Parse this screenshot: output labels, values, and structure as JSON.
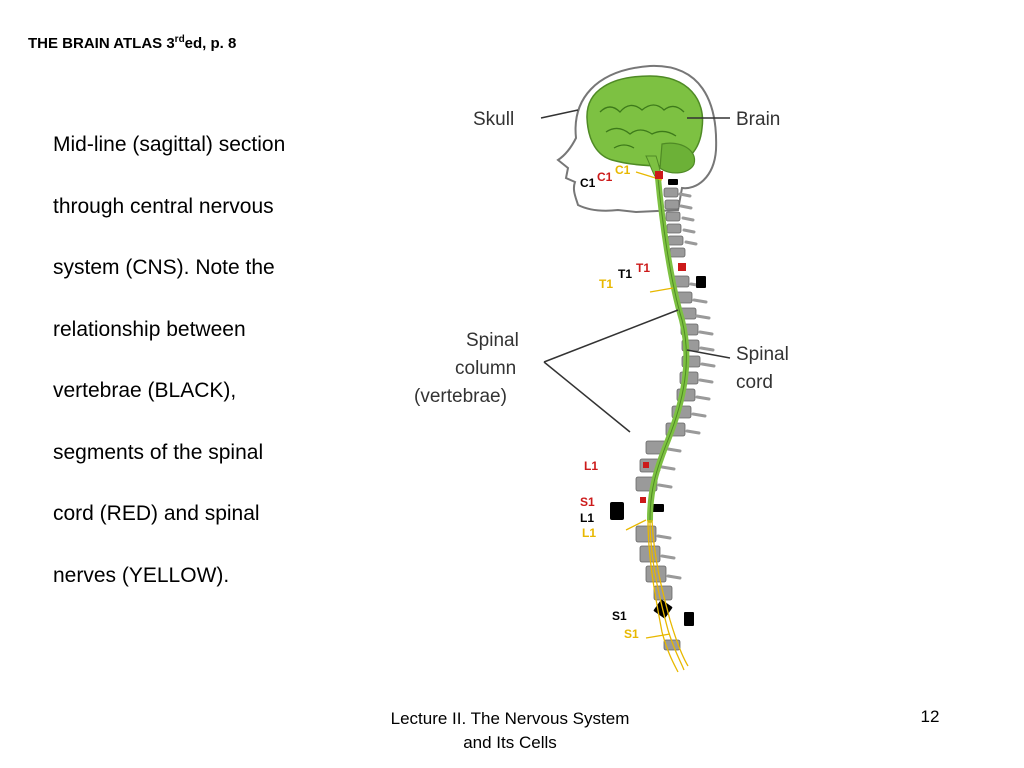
{
  "slide": {
    "title_main": "THE BRAIN ATLAS 3",
    "title_sup": "rd",
    "title_rest": "ed, p. 8",
    "body_lines": [
      "Mid-line (sagittal) section",
      "through central nervous",
      "system (CNS). Note the",
      "relationship between",
      "vertebrae (BLACK),",
      "segments of the spinal",
      "cord (RED) and spinal",
      "nerves (YELLOW)."
    ],
    "footer_line1": "Lecture II. The Nervous System",
    "footer_line2": "and Its Cells",
    "page_number": "12"
  },
  "figure": {
    "labels": {
      "skull": "Skull",
      "brain": "Brain",
      "spinal_column_1": "Spinal",
      "spinal_column_2": "column",
      "spinal_column_3": "(vertebrae)",
      "spinal_cord_1": "Spinal",
      "spinal_cord_2": "cord"
    },
    "segments": {
      "c1_black": "C1",
      "c1_red": "C1",
      "c1_yellow": "C1",
      "t1_black": "T1",
      "t1_red": "T1",
      "t1_yellow": "T1",
      "l1_red": "L1",
      "s1_red": "S1",
      "l1_black": "L1",
      "l1_yellow": "L1",
      "s1_black": "S1",
      "s1_yellow": "S1"
    },
    "colors": {
      "brain": "#7dc142",
      "vertebra": "#9a9a9a",
      "vertebra_key": "#000000",
      "segment": "#cc1a1a",
      "nerve": "#e8b800"
    }
  }
}
